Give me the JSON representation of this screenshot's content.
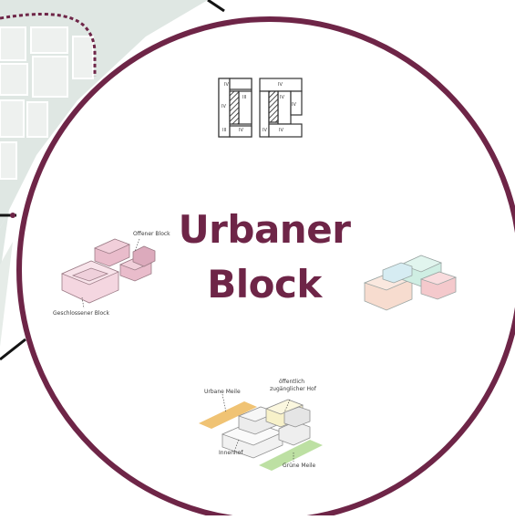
{
  "title": {
    "line1": "Urbaner",
    "line2": "Block"
  },
  "labels": {
    "open_block": "Offener Block",
    "closed_block": "Geschlossener Block",
    "urban_mile": "Urbane Meile",
    "public_yard_line1": "öffentlich",
    "public_yard_line2": "zugänglicher Hof",
    "inner_yard": "Innenhof",
    "green_mile": "Grüne Meile"
  },
  "plan_labels": {
    "left": [
      "IV",
      "IV",
      "III",
      "III",
      "IV"
    ],
    "right": [
      "IV",
      "IV",
      "IV",
      "IV",
      "IV"
    ]
  },
  "colors": {
    "accent": "#6e2547",
    "map_background": "#dfe7e3",
    "road": "#141414",
    "urban_mile": "#f0c374",
    "green_mile": "#bde0a3",
    "block_pink": "#f4d6e0",
    "block_mauve": "#e9bccb",
    "block_mint": "#cfeee3",
    "block_peach": "#f7dccf"
  }
}
